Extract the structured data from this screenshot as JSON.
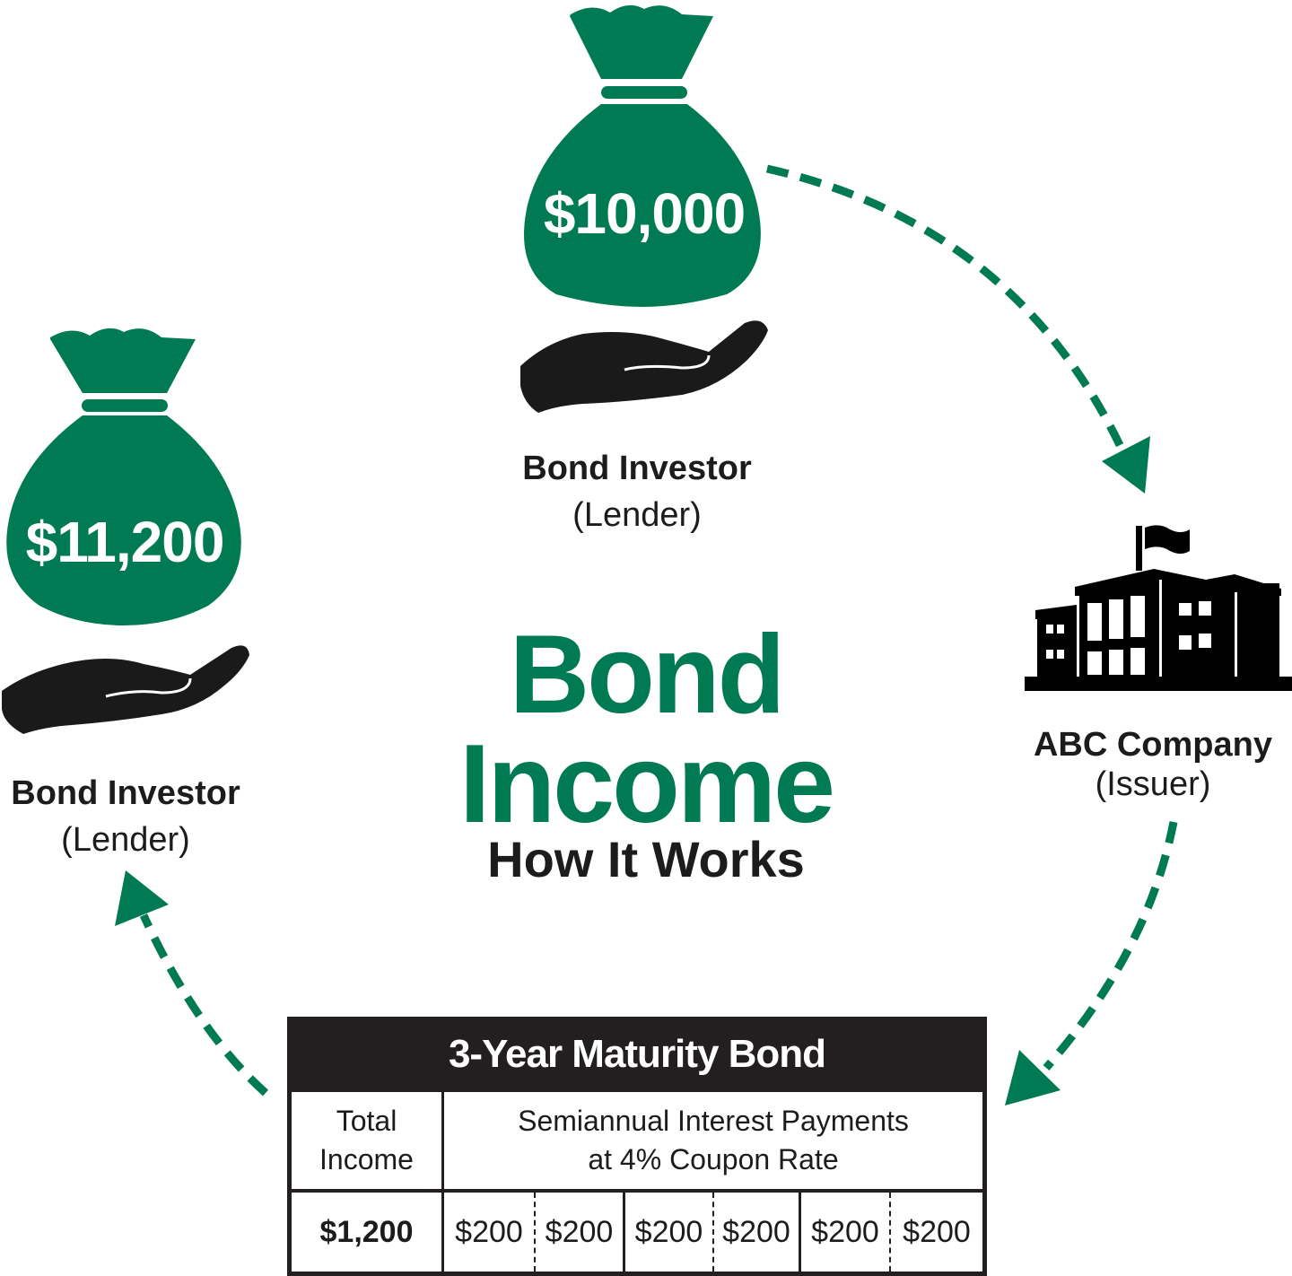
{
  "colors": {
    "accent_green": "#007a53",
    "dark": "#1c1c1c",
    "table_header_bg": "#231f20",
    "background": "#ffffff"
  },
  "title": {
    "line1": "Bond",
    "line2": "Income",
    "subtitle": "How It Works"
  },
  "nodes": {
    "top_investor": {
      "amount": "$10,000",
      "title": "Bond Investor",
      "role": "(Lender)",
      "icons": [
        "money-bag-icon",
        "open-hand-icon"
      ]
    },
    "issuer": {
      "title": "ABC Company",
      "role": "(Issuer)",
      "icons": [
        "office-building-with-flag-icon"
      ]
    },
    "left_investor": {
      "amount": "$11,200",
      "title": "Bond Investor",
      "role": "(Lender)",
      "icons": [
        "money-bag-icon",
        "open-hand-icon"
      ]
    }
  },
  "arrows": [
    {
      "from": "top_investor",
      "to": "issuer",
      "style": "dashed-green"
    },
    {
      "from": "issuer",
      "to": "bond_table",
      "style": "dashed-green"
    },
    {
      "from": "bond_table",
      "to": "left_investor",
      "style": "dashed-green"
    }
  ],
  "bond_table": {
    "title": "3-Year Maturity Bond",
    "headers": {
      "total": "Total Income",
      "total_line1": "Total",
      "total_line2": "Income",
      "payments_line1": "Semiannual Interest Payments",
      "payments_line2": "at 4% Coupon Rate"
    },
    "total_income": "$1,200",
    "payments": [
      "$200",
      "$200",
      "$200",
      "$200",
      "$200",
      "$200"
    ]
  },
  "chart_data": {
    "type": "table",
    "title": "3-Year Maturity Bond",
    "columns": [
      "Total Income",
      "Semiannual Interest Payments at 4% Coupon Rate"
    ],
    "principal": 10000,
    "final_amount": 11200,
    "coupon_rate_pct": 4,
    "term_years": 3,
    "payment_frequency": "semiannual",
    "total_income": 1200,
    "payments": [
      200,
      200,
      200,
      200,
      200,
      200
    ]
  }
}
